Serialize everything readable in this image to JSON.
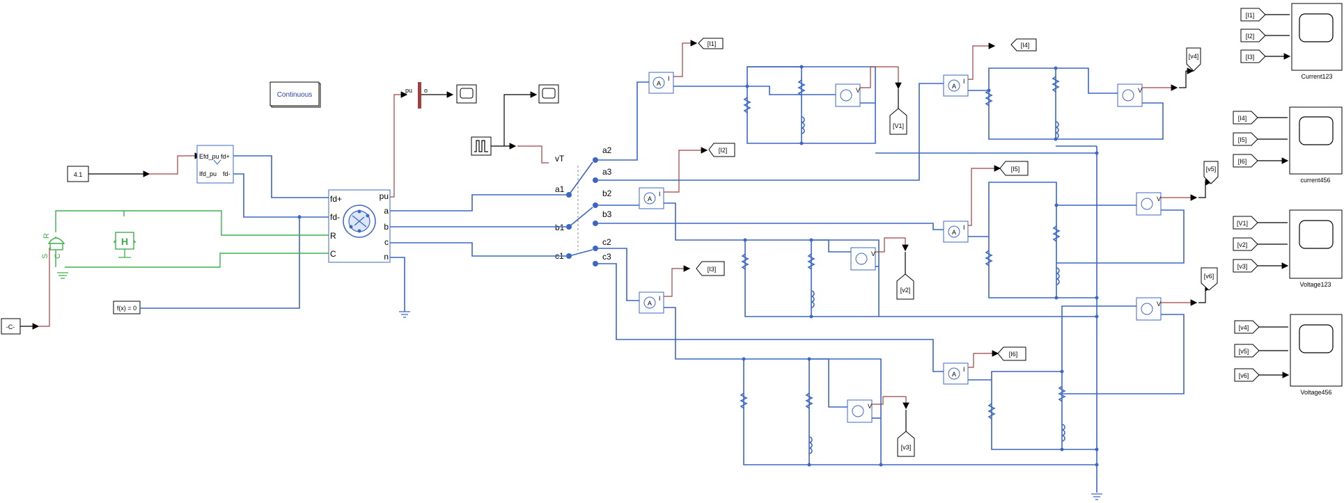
{
  "powergui": {
    "label": "Continuous"
  },
  "constant": {
    "value": "4.1"
  },
  "constant_c": {
    "value": "-C-"
  },
  "fcn": {
    "label": "f(x) = 0"
  },
  "excitation": {
    "in_port": "Efd_pu",
    "out_plus": "fd+",
    "measure_port": "Ifd_pu",
    "out_minus": "fd-"
  },
  "machine": {
    "ports_left": [
      "fd+",
      "fd-",
      "R",
      "C"
    ],
    "ports_right": [
      "pu",
      "a",
      "b",
      "c",
      "n"
    ]
  },
  "demux_label": "pu",
  "demux_out": "o",
  "breaker_ports": {
    "r": "R",
    "s": "S",
    "c": "C"
  },
  "switch": {
    "ctrl": "vT",
    "inputs": [
      "a1",
      "b1",
      "c1"
    ],
    "outputs": [
      "a2",
      "a3",
      "b2",
      "b3",
      "c2",
      "c3"
    ]
  },
  "meter": {
    "ammeter": "A",
    "ammeter_out": "I",
    "voltmeter": "V",
    "plus": "+",
    "minus": "-"
  },
  "goto_tags": [
    "[I1]",
    "[I4]",
    "[I2]",
    "[I5]",
    "[I3]",
    "[I6]",
    "[v4]",
    "[V1]",
    "[v5]",
    "[v2]",
    "[v6]",
    "[v3]"
  ],
  "scopes": [
    {
      "name": "Current123",
      "inputs": [
        "[I1]",
        "[I2]",
        "[I3]"
      ]
    },
    {
      "name": "current456",
      "inputs": [
        "[I4]",
        "[I5]",
        "[I6]"
      ]
    },
    {
      "name": "Voltage123",
      "inputs": [
        "[V1]",
        "[v2]",
        "[v3]"
      ]
    },
    {
      "name": "Voltage456",
      "inputs": [
        "[v4]",
        "[v5]",
        "[v6]"
      ]
    }
  ]
}
